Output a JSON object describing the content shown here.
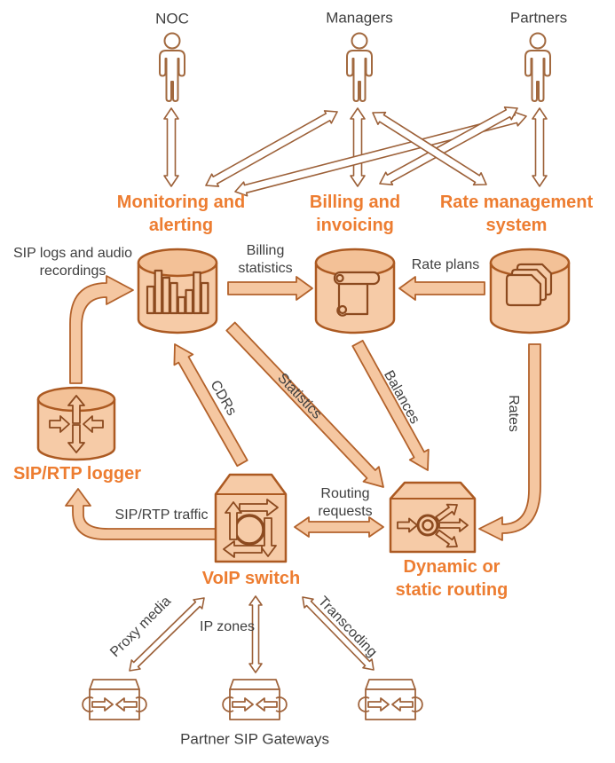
{
  "labels": {
    "noc": "NOC",
    "managers": "Managers",
    "partners": "Partners",
    "monitoring": "Monitoring and alerting",
    "billing": "Billing and invoicing",
    "rate_management": "Rate management system",
    "sip_logs": "SIP logs and audio recordings",
    "billing_statistics": "Billing statistics",
    "rate_plans": "Rate plans",
    "sip_rtp_logger": "SIP/RTP logger",
    "cdrs": "CDRs",
    "statistics": "Statistics",
    "balances": "Balances",
    "rates": "Rates",
    "sip_rtp_traffic": "SIP/RTP traffic",
    "voip_switch": "VoIP switch",
    "routing_requests": "Routing requests",
    "dynamic_routing": "Dynamic or static routing",
    "proxy_media": "Proxy media",
    "ip_zones": "IP zones",
    "transcoding": "Transcoding",
    "partner_gateways": "Partner SIP Gateways"
  },
  "connections": [
    {
      "from": "NOC",
      "to": "Monitoring and alerting",
      "bidirectional": true
    },
    {
      "from": "Managers",
      "to": "Monitoring and alerting",
      "bidirectional": true
    },
    {
      "from": "Managers",
      "to": "Billing and invoicing",
      "bidirectional": true
    },
    {
      "from": "Managers",
      "to": "Rate management system",
      "bidirectional": true
    },
    {
      "from": "Partners",
      "to": "Monitoring and alerting",
      "bidirectional": true
    },
    {
      "from": "Partners",
      "to": "Billing and invoicing",
      "bidirectional": true
    },
    {
      "from": "Partners",
      "to": "Rate management system",
      "bidirectional": true
    },
    {
      "from": "SIP/RTP logger",
      "to": "Monitoring and alerting",
      "label": "SIP logs and audio recordings",
      "bidirectional": false
    },
    {
      "from": "Monitoring and alerting",
      "to": "Billing and invoicing",
      "label": "Billing statistics",
      "bidirectional": false
    },
    {
      "from": "Rate management system",
      "to": "Billing and invoicing",
      "label": "Rate plans",
      "bidirectional": false
    },
    {
      "from": "VoIP switch",
      "to": "Monitoring and alerting",
      "label": "CDRs",
      "bidirectional": false
    },
    {
      "from": "Monitoring and alerting",
      "to": "Dynamic or static routing",
      "label": "Statistics",
      "bidirectional": false
    },
    {
      "from": "Billing and invoicing",
      "to": "Dynamic or static routing",
      "label": "Balances",
      "bidirectional": false
    },
    {
      "from": "Rate management system",
      "to": "Dynamic or static routing",
      "label": "Rates",
      "bidirectional": false
    },
    {
      "from": "VoIP switch",
      "to": "SIP/RTP logger",
      "label": "SIP/RTP traffic",
      "bidirectional": false
    },
    {
      "from": "VoIP switch",
      "to": "Dynamic or static routing",
      "label": "Routing requests",
      "bidirectional": true
    },
    {
      "from": "VoIP switch",
      "to": "Partner SIP Gateways",
      "label": "Proxy media",
      "bidirectional": true
    },
    {
      "from": "VoIP switch",
      "to": "Partner SIP Gateways",
      "label": "IP zones",
      "bidirectional": true
    },
    {
      "from": "VoIP switch",
      "to": "Partner SIP Gateways",
      "label": "Transcoding",
      "bidirectional": true
    }
  ],
  "colors": {
    "heading_text": "#ED7D31",
    "label_text": "#3F3F3F",
    "shape_fill": "#F6CBA7",
    "shape_stroke": "#AC5A22",
    "icon_stroke": "#8C4A1F",
    "thin_arrow_stroke": "#9C6038",
    "thick_arrow_fill": "#F5C7A1",
    "background": "#FFFFFF"
  }
}
